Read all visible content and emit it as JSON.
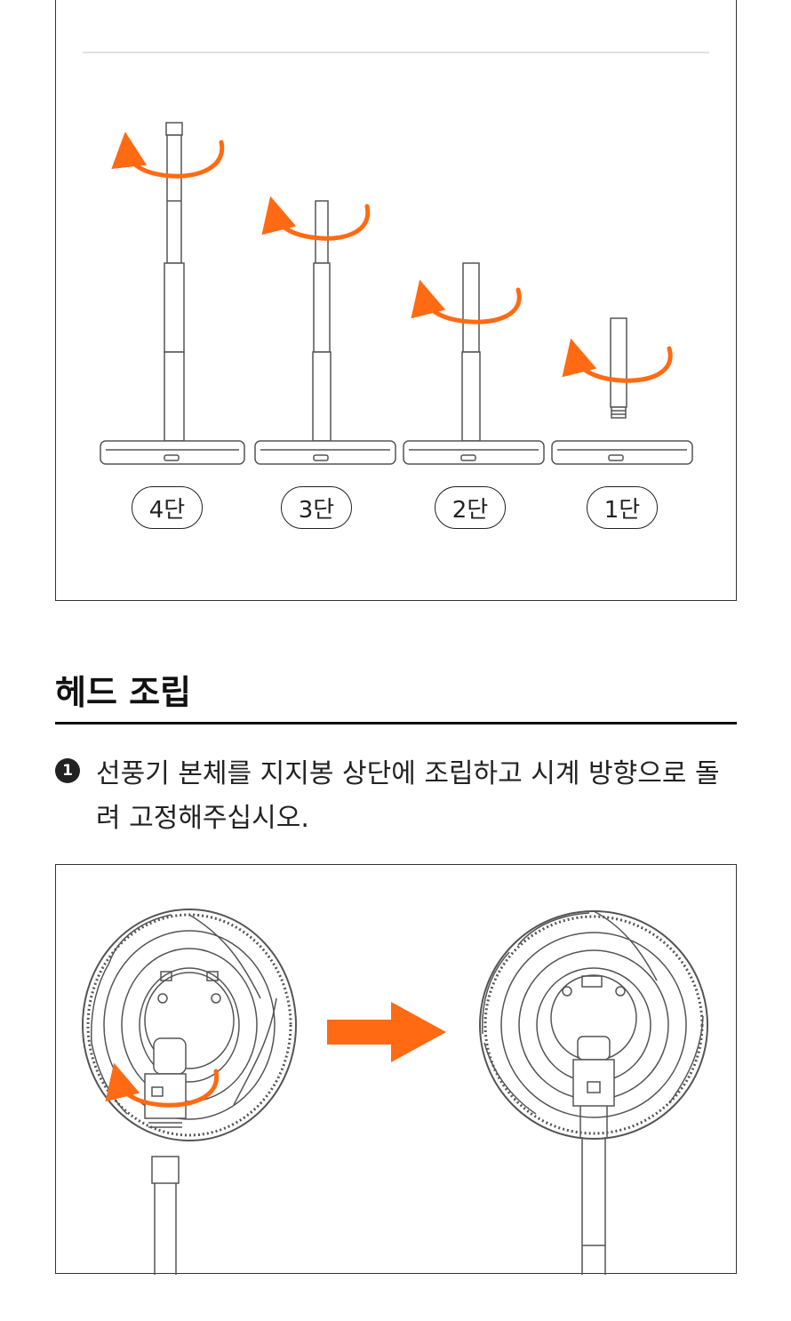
{
  "stages": [
    {
      "label": "4단"
    },
    {
      "label": "3단"
    },
    {
      "label": "2단"
    },
    {
      "label": "1단"
    }
  ],
  "head_assembly": {
    "title": "헤드 조립",
    "step_number": "1",
    "step_text": "선풍기 본체를 지지봉 상단에 조립하고 시계 방향으로 돌려 고정해주십시오."
  },
  "colors": {
    "accent": "#ff6a13",
    "line": "#555555",
    "border": "#333333"
  }
}
